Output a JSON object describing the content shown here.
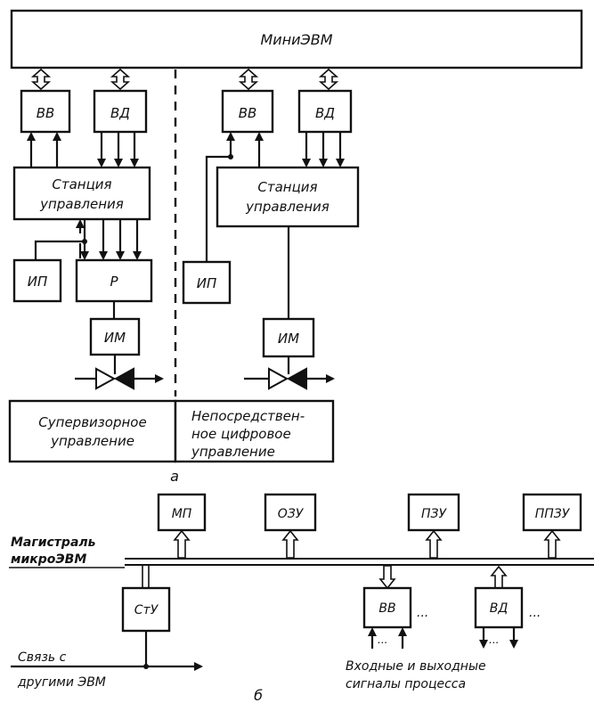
{
  "diagram_a": {
    "minievm": "МиниЭВМ",
    "vv": "ВВ",
    "vd": "ВД",
    "station": [
      "Станция",
      "управления"
    ],
    "ip": "ИП",
    "r": "Р",
    "im": "ИМ",
    "supervisory": [
      "Супервизорное",
      "управление"
    ],
    "ddc": [
      "Непосредствен-",
      "ное цифровое",
      "управление"
    ],
    "caption": "а"
  },
  "diagram_b": {
    "mp": "МП",
    "ozu": "ОЗУ",
    "pzu": "ПЗУ",
    "ppzu": "ППЗУ",
    "bus": [
      "Магистраль",
      "микроЭВМ"
    ],
    "stu": "СтУ",
    "vv": "ВВ",
    "vd": "ВД",
    "ellipsis": "...",
    "link": [
      "Связь с",
      "другими ЭВМ"
    ],
    "signals": [
      "Входные и выходные",
      "сигналы процесса"
    ],
    "caption": "б"
  }
}
